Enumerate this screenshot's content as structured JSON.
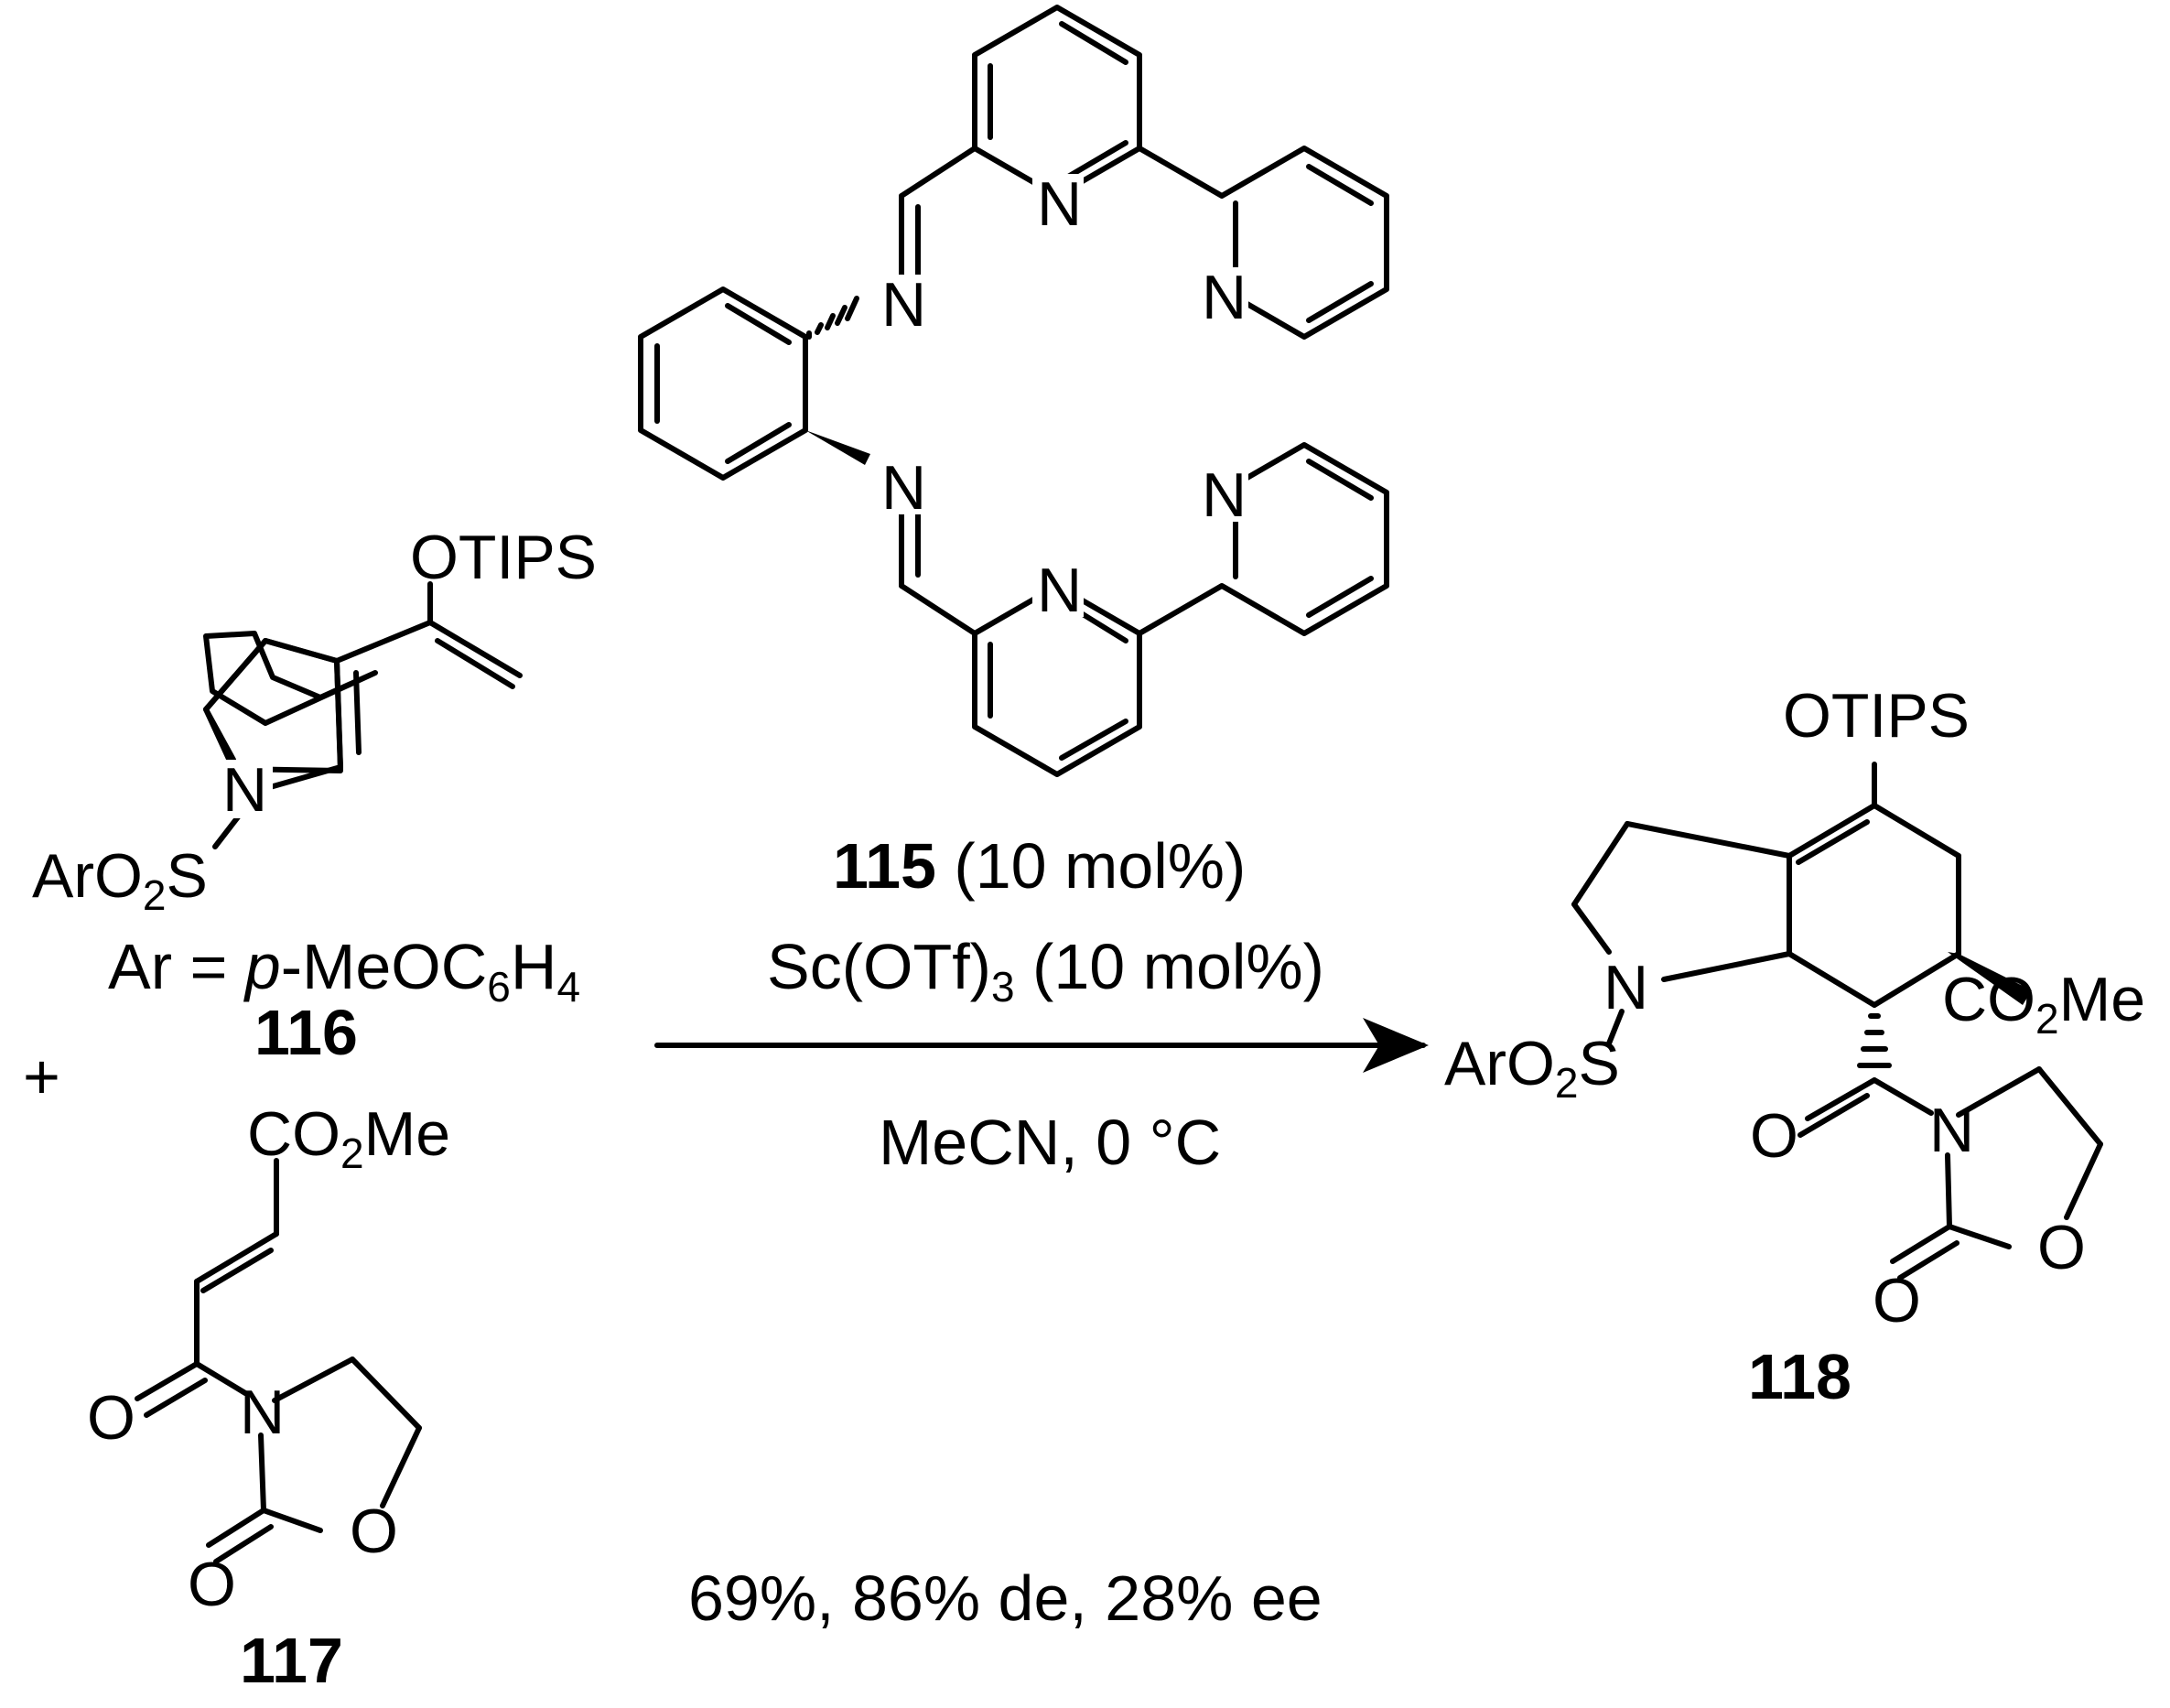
{
  "atoms": {
    "N": "N",
    "O": "O",
    "S": "S",
    "OTIPS": "OTIPS",
    "ArO": "ArO",
    "two": "2",
    "CO": "CO",
    "Me": "Me"
  },
  "reactant_116": {
    "compound_number": "116",
    "ar_def_prefix": "Ar = ",
    "ar_def_p": "p",
    "ar_def_mid": "-MeOC",
    "ar_def_six": "6",
    "ar_def_h": "H",
    "ar_def_four": "4"
  },
  "plus_sign": "+",
  "reactant_117": {
    "compound_number": "117"
  },
  "catalyst_115": {
    "compound_number": "115",
    "loading": " (10 mol%)"
  },
  "conditions": {
    "lewis_acid_a": "Sc(OTf)",
    "lewis_acid_sub": "3",
    "lewis_acid_b": " (10 mol%)",
    "solvent_temp": "MeCN, 0 °C"
  },
  "result": "69%, 86% de, 28% ee",
  "product_118": {
    "compound_number": "118"
  }
}
